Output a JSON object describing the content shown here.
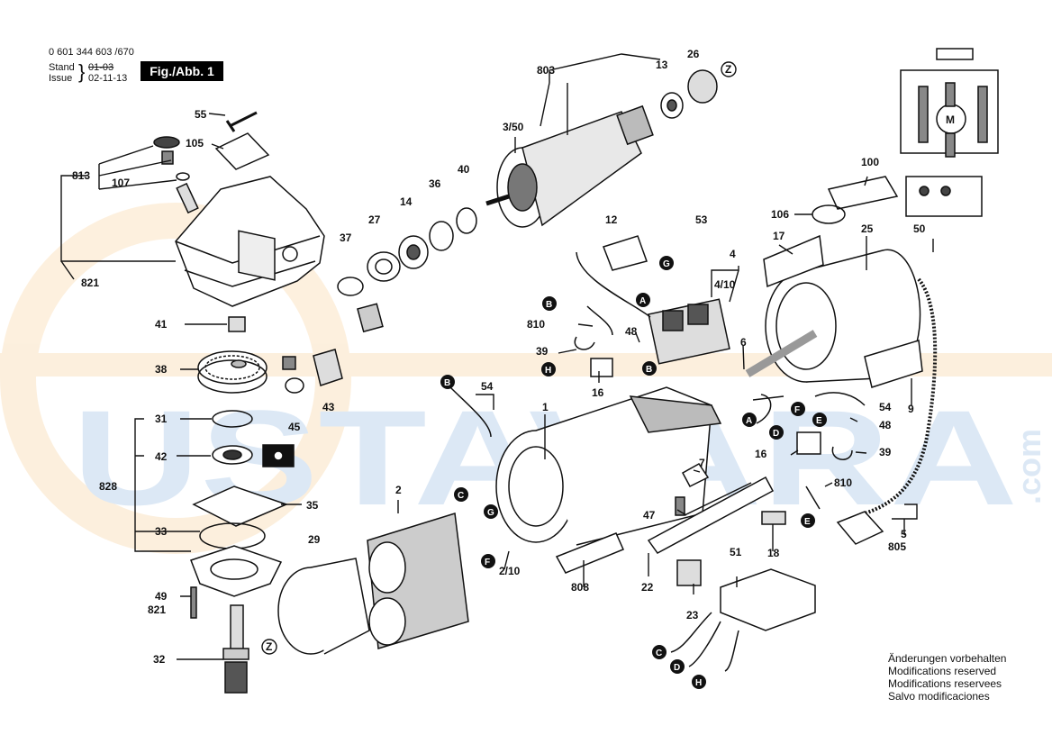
{
  "header": {
    "part_number": "0 601 344 603 /670",
    "stand_label": "Stand",
    "issue_label": "Issue",
    "brace": "}",
    "stand_value": "01-03",
    "issue_value": "02-11-13",
    "figure_label": "Fig./Abb. 1"
  },
  "watermark": {
    "text": "USTAVARA",
    "suffix": ".com"
  },
  "part_labels": {
    "p55": "55",
    "p105": "105",
    "p813": "813",
    "p107": "107",
    "p821a": "821",
    "p41": "41",
    "p38": "38",
    "p31": "31",
    "p42": "42",
    "p828": "828",
    "p35": "35",
    "p33": "33",
    "p49": "49",
    "p821b": "821",
    "p32": "32",
    "p45": "45",
    "p43": "43",
    "p37": "37",
    "p27": "27",
    "p14": "14",
    "p36": "36",
    "p40": "40",
    "p803": "803",
    "p13": "13",
    "p26": "26",
    "p350": "3/50",
    "p12": "12",
    "p53": "53",
    "p4": "4",
    "p410": "4/10",
    "p810a": "810",
    "p48a": "48",
    "p39a": "39",
    "p16a": "16",
    "p6": "6",
    "p54a": "54",
    "p1": "1",
    "p2": "2",
    "p29": "29",
    "p210": "2/10",
    "p808": "808",
    "p7": "7",
    "p47": "47",
    "p22": "22",
    "p23": "23",
    "p51": "51",
    "p18": "18",
    "p16b": "16",
    "p810b": "810",
    "p54b": "54",
    "p48b": "48",
    "p39b": "39",
    "p9": "9",
    "p5": "5",
    "p805": "805",
    "p100": "100",
    "p106": "106",
    "p17": "17",
    "p25": "25",
    "p50": "50"
  },
  "connectors": {
    "z": "Z",
    "a": "A",
    "b": "B",
    "c": "C",
    "d": "D",
    "e": "E",
    "f": "F",
    "g": "G",
    "h": "H",
    "m": "M"
  },
  "notes": [
    "Änderungen vorbehalten",
    "Modifications reserved",
    "Modifications reservees",
    "Salvo modificaciones"
  ]
}
